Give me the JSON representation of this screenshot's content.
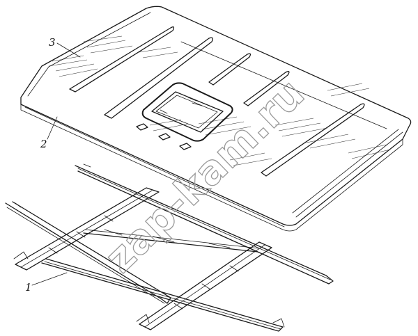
{
  "callouts": {
    "roof_panel": "3",
    "flange": "2",
    "frame": "1"
  },
  "watermark": "zap-kam.ru"
}
